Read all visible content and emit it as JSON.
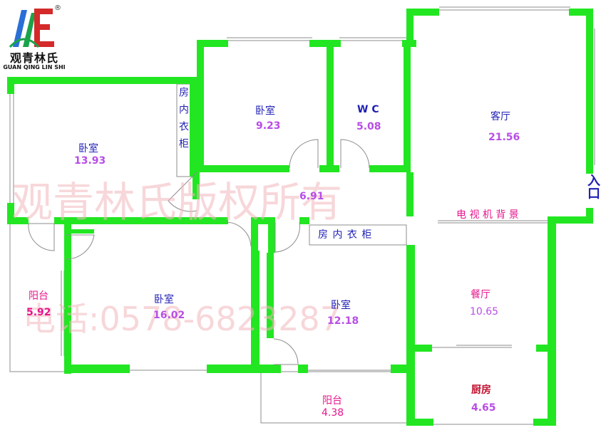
{
  "brand": {
    "name": "观青林氏",
    "pinyin": "GUAN QING LIN SHI",
    "registered": "®"
  },
  "colors": {
    "wall": "#22e622",
    "room_label": "#1f1fb4",
    "area_purple": "#b84ee6",
    "balcony_label": "#e6168c",
    "kitchen_label": "#c0102e",
    "watermark": "#f2b7bd"
  },
  "watermark": {
    "top": "观青林氏版权所有",
    "bottom": "电话:0578-6823287"
  },
  "rooms": {
    "bedroom_left": {
      "name": "卧室",
      "area": "13.93"
    },
    "bedroom_top": {
      "name": "卧室",
      "area": "9.23"
    },
    "wc": {
      "name": "W C",
      "area": "5.08"
    },
    "living": {
      "name": "客厅",
      "area": "21.56"
    },
    "hall": {
      "area": "6.91"
    },
    "balcony_left": {
      "name": "阳台",
      "area": "5.92"
    },
    "bedroom_main": {
      "name": "卧室",
      "area": "16.02"
    },
    "bedroom_mid": {
      "name": "卧室",
      "area": "12.18"
    },
    "dining": {
      "name": "餐厅",
      "area": "10.65"
    },
    "balcony_bottom": {
      "name": "阳台",
      "area": "4.38"
    },
    "kitchen": {
      "name": "厨房",
      "area": "4.65"
    }
  },
  "labels": {
    "wardrobe_vertical": "房内衣柜",
    "wardrobe_horizontal": "房 内 衣 柜",
    "tv_wall": "电 视 机 背 景",
    "entrance": "入口"
  }
}
